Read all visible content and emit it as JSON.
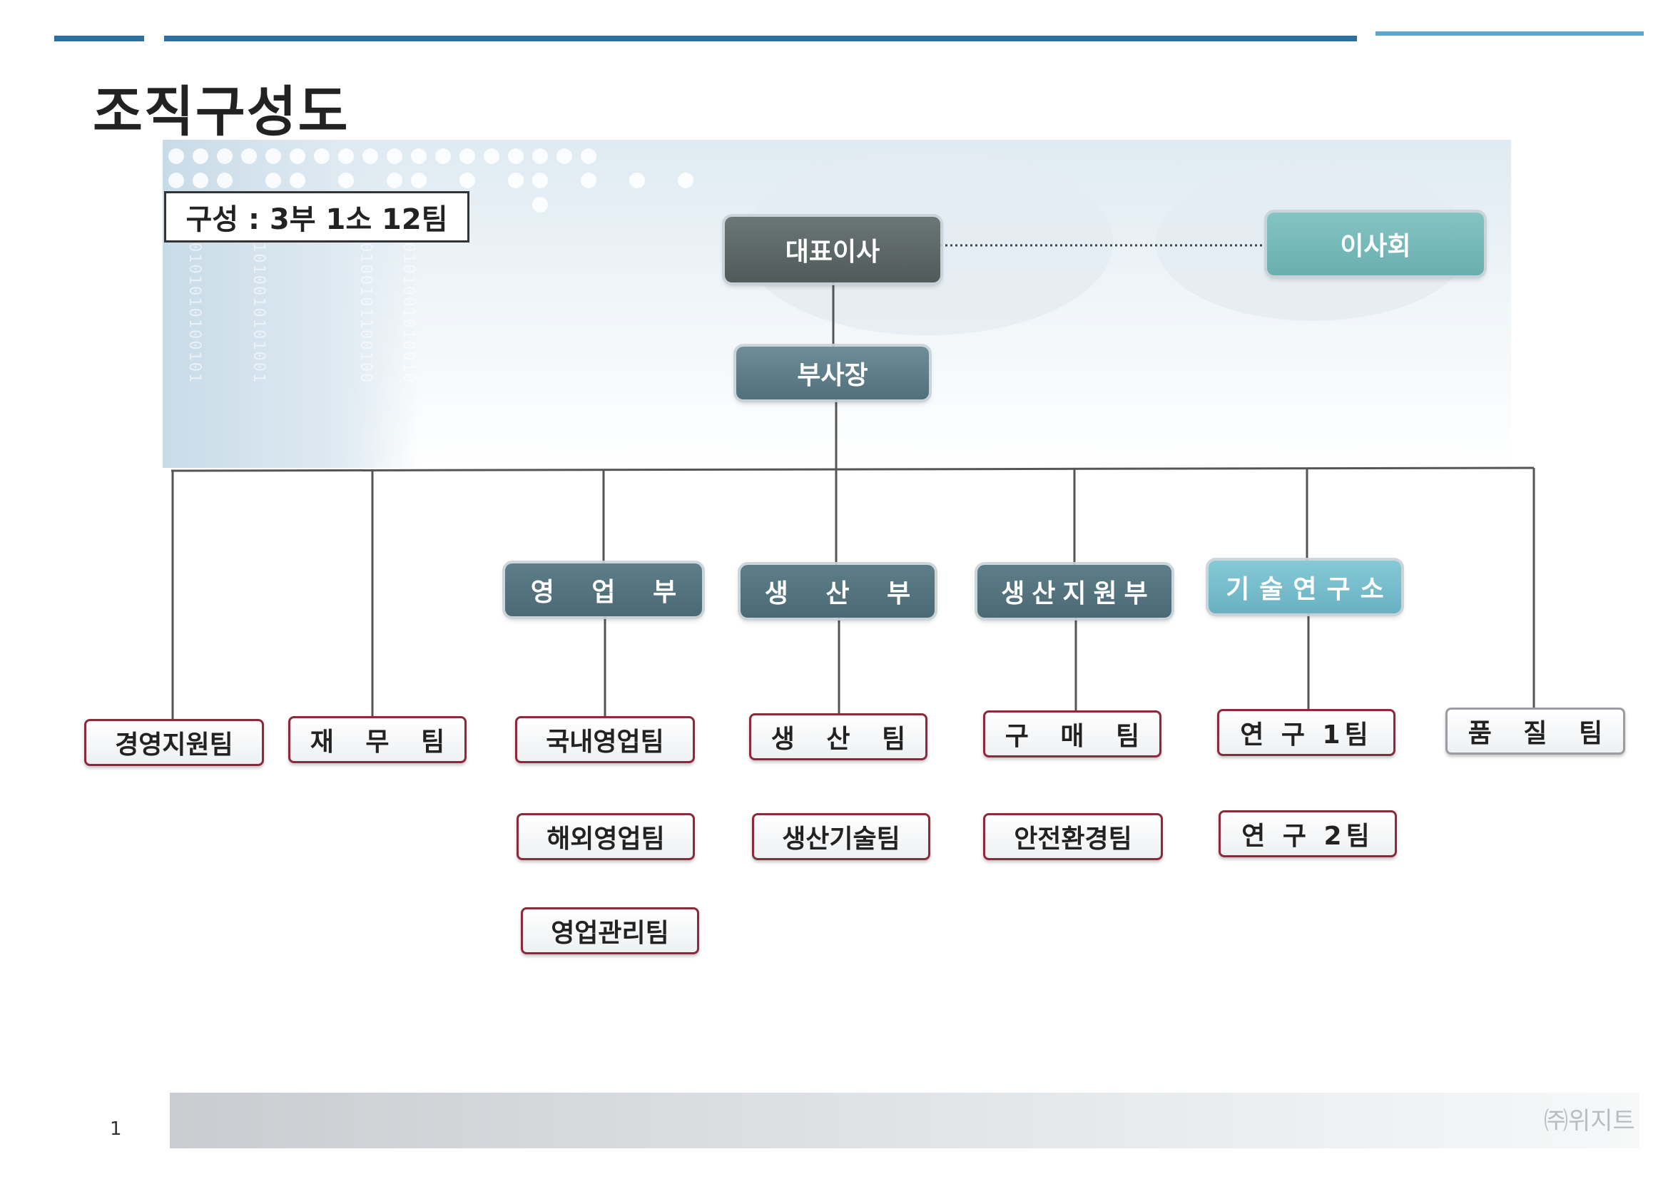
{
  "title": "조직구성도",
  "composition": "구성 : 3부 1소 12팀",
  "ceo": "대표이사",
  "board": "이사회",
  "vice_president": "부사장",
  "departments": {
    "sales": "영 업 부",
    "production": "생 산 부",
    "production_support": "생산지원부",
    "research_lab": "기술연구소"
  },
  "teams": {
    "management_support": "경영지원팀",
    "finance": "재 무 팀",
    "domestic_sales": "국내영업팀",
    "overseas_sales": "해외영업팀",
    "sales_management": "영업관리팀",
    "production": "생 산 팀",
    "production_technology": "생산기술팀",
    "purchasing": "구 매 팀",
    "safety_environment": "안전환경팀",
    "research_1": "연 구 1팀",
    "research_2": "연 구 2팀",
    "quality": "품 질 팀"
  },
  "footer": {
    "page": "1",
    "company": "㈜위지트"
  },
  "colors": {
    "ceo": "#5c6766",
    "board": "#78bab9",
    "department": "#54737e",
    "research_lab": "#76bccb",
    "team_border": "#8a2a3c"
  }
}
